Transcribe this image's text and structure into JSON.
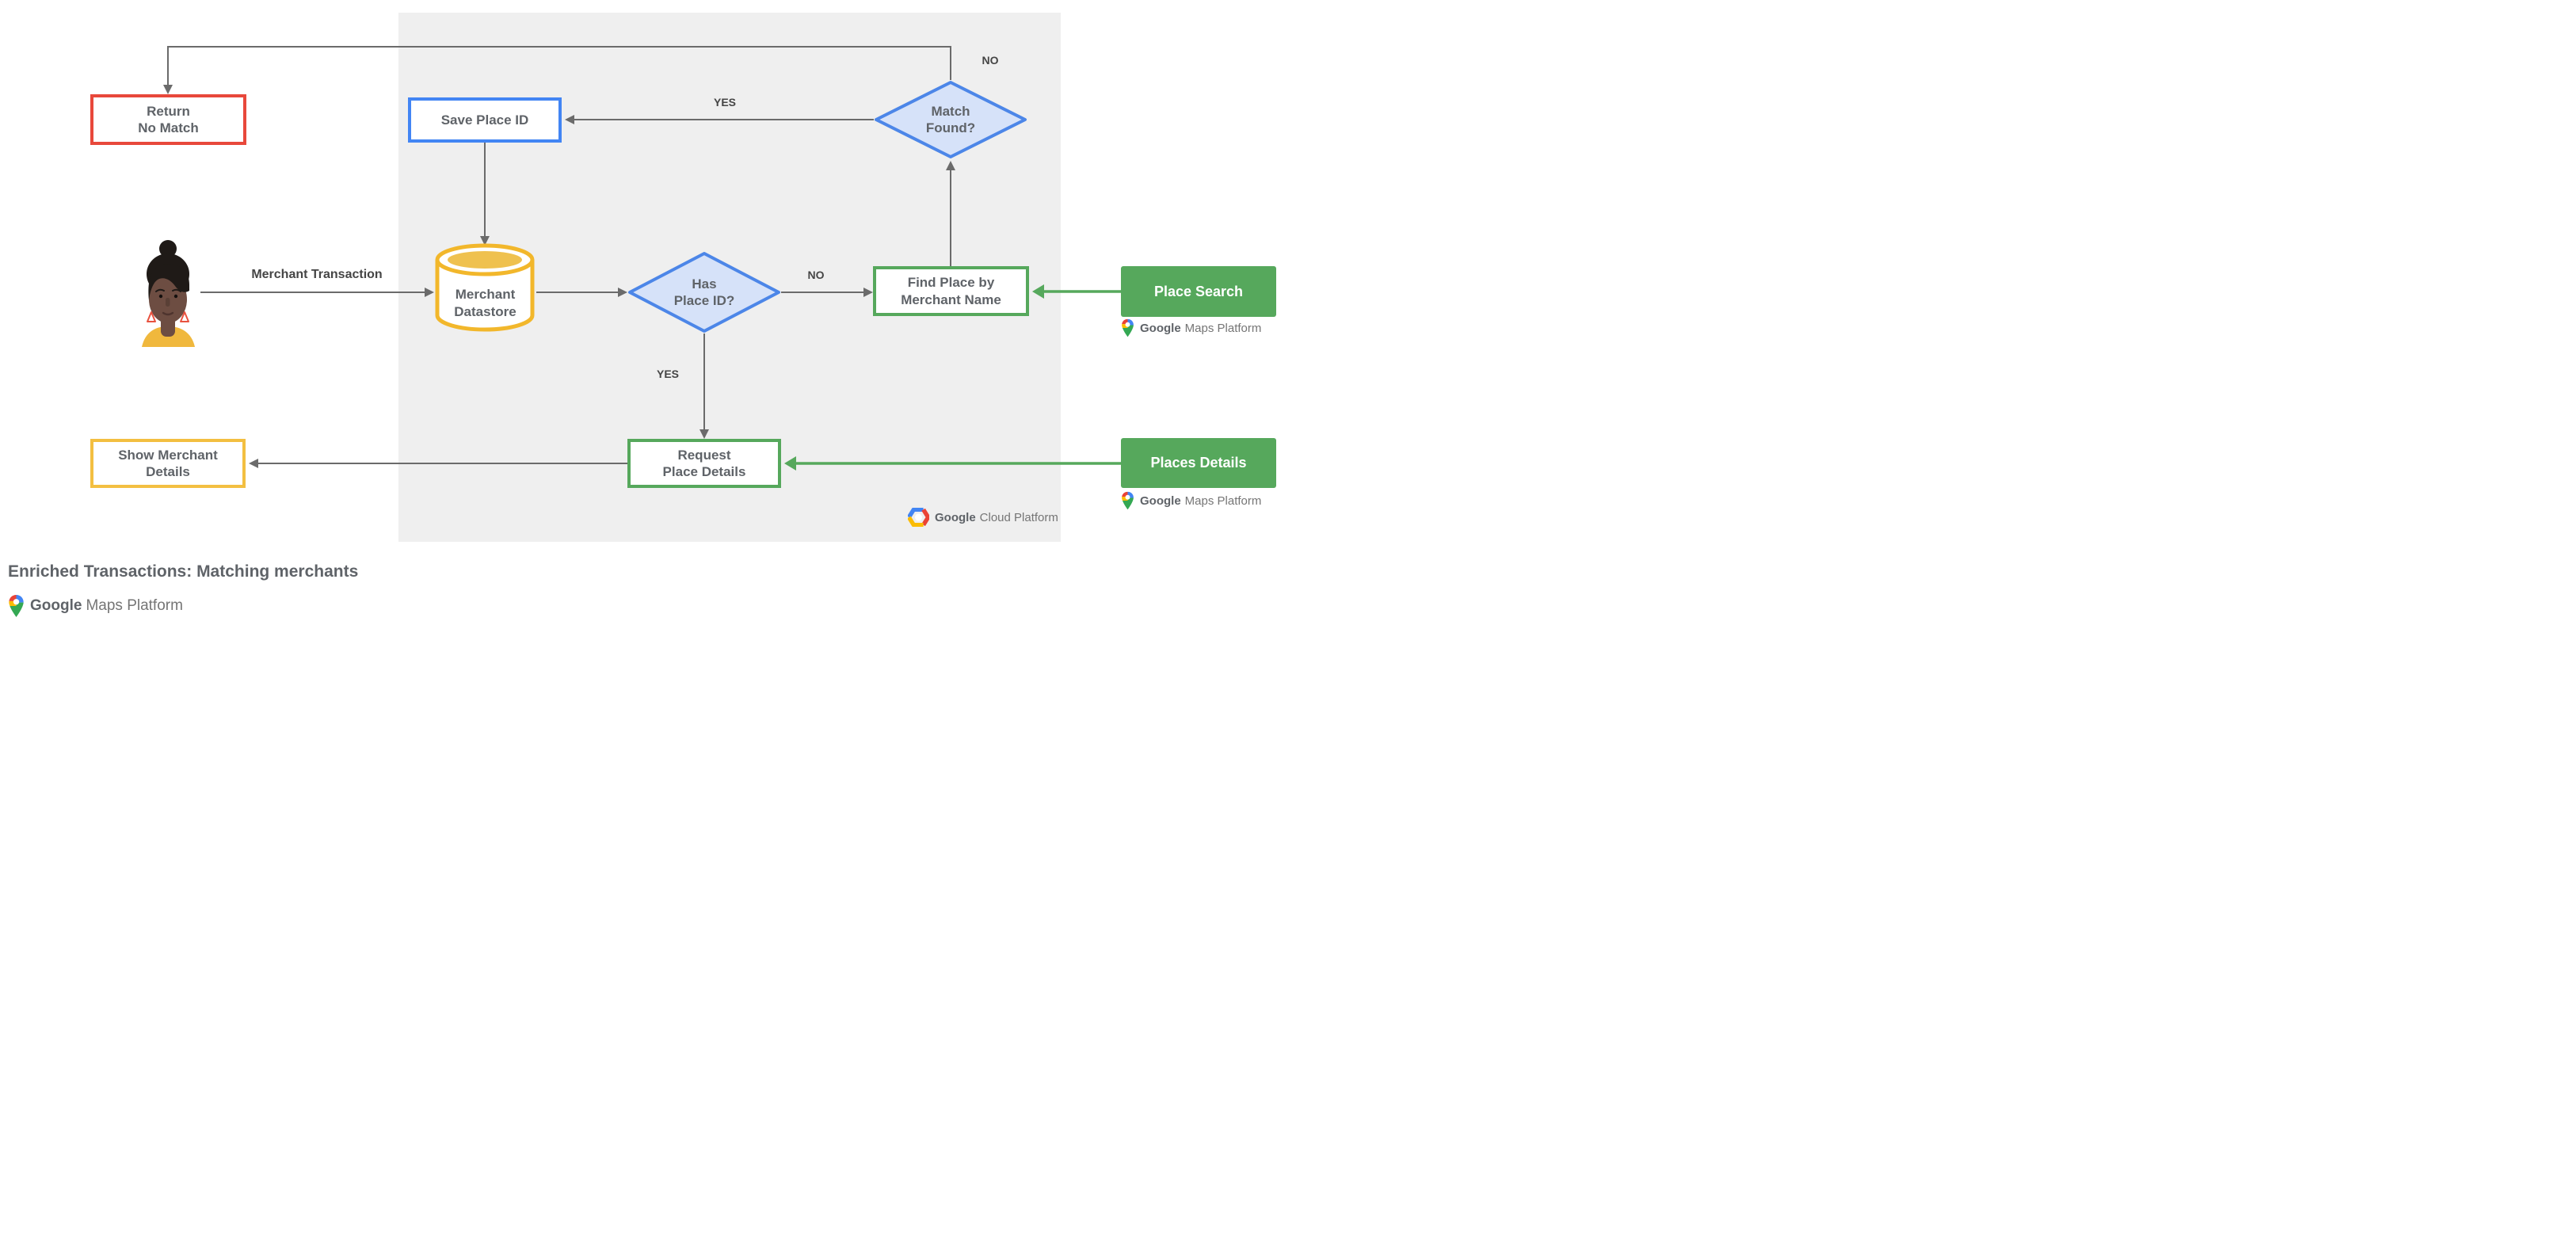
{
  "title": "Enriched Transactions: Matching merchants",
  "colors": {
    "red": "#E8483B",
    "blue": "#4285F4",
    "diamond_blue": "#4C86E8",
    "blue_fill": "#D6E2F9",
    "gold": "#F2B72B",
    "gold_fill": "#EFC14F",
    "amber": "#F3BF41",
    "green": "#56A85C",
    "panel": "#EFEFEF",
    "line": "#6B6B6B",
    "node_text": "#5F6368",
    "label_text": "#454545",
    "logo_text": "#757575",
    "title_text": "#5F6368",
    "pin_red": "#EA4335",
    "pin_blue": "#4285F4",
    "pin_yellow": "#FBBC04",
    "pin_green": "#34A853",
    "skin": "#6D4D42",
    "hair": "#1F1A17",
    "shirt": "#F0B83D",
    "earring": "#E8523F"
  },
  "nodes": {
    "return_no_match": {
      "line1": "Return",
      "line2": "No Match"
    },
    "save_place_id": {
      "label": "Save Place ID"
    },
    "match_found": {
      "line1": "Match",
      "line2": "Found?"
    },
    "merchant_datastore": {
      "line1": "Merchant",
      "line2": "Datastore"
    },
    "has_place_id": {
      "line1": "Has",
      "line2": "Place ID?"
    },
    "find_place_by_merchant_name": {
      "line1": "Find Place by",
      "line2": "Merchant Name"
    },
    "place_search": {
      "label": "Place Search"
    },
    "request_place_details": {
      "line1": "Request",
      "line2": "Place Details"
    },
    "places_details": {
      "label": "Places Details"
    },
    "show_merchant_details": {
      "line1": "Show Merchant",
      "line2": "Details"
    }
  },
  "edge_labels": {
    "match_found_no": "NO",
    "match_found_yes": "YES",
    "merchant_transaction": "Merchant Transaction",
    "has_place_id_no": "NO",
    "has_place_id_yes": "YES"
  },
  "logos": {
    "maps_platform": {
      "google": "Google",
      "product": "Maps Platform"
    },
    "cloud_platform": {
      "google": "Google",
      "product": "Cloud Platform"
    }
  }
}
